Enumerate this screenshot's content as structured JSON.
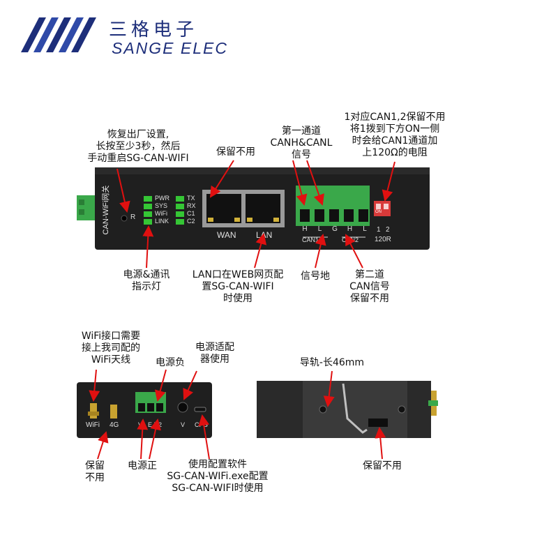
{
  "brand": {
    "name_cn": "三格电子",
    "name_en": "SANGE ELEC",
    "color": "#1d2e7a"
  },
  "front_panel": {
    "side_label": "CAN-WiFi网关",
    "reset_label": "R",
    "leds_left": [
      "PWR",
      "SYS",
      "WiFi",
      "LINK"
    ],
    "leds_right": [
      "TX",
      "RX",
      "C1",
      "C2"
    ],
    "ports": [
      "WAN",
      "LAN"
    ],
    "terminal_pins": [
      "H",
      "L",
      "G",
      "H",
      "L"
    ],
    "terminal_groups": [
      "CAN1",
      "CAN2"
    ],
    "dip_numbers": [
      "1",
      "2"
    ],
    "dip_label": "120R",
    "dip_on": "ON"
  },
  "front_annotations": {
    "reset": [
      "恢复出厂设置,",
      "长按至少3秒，然后",
      "手动重启SG-CAN-WIFI"
    ],
    "wan": [
      "保留不用"
    ],
    "can1": [
      "第一通道",
      "CANH&CANL",
      "信号"
    ],
    "dip": [
      "1对应CAN1,2保留不用",
      "将1拨到下方ON一侧",
      "时会给CAN1通道加",
      "上120Ω的电阻"
    ],
    "leds": [
      "电源&通讯",
      "指示灯"
    ],
    "lan": [
      "LAN口在WEB网页配",
      "置SG-CAN-WIFI",
      "时使用"
    ],
    "ground": [
      "信号地"
    ],
    "can2": [
      "第二道",
      "CAN信号",
      "保留不用"
    ]
  },
  "back_panel": {
    "port_labels": [
      "WiFi",
      "4G",
      "V1",
      "E",
      "V2",
      "V",
      "CFG"
    ]
  },
  "back_annotations": {
    "wifi": [
      "WiFi接口需要",
      "接上我司配的",
      "WiFi天线"
    ],
    "power_neg": [
      "电源负"
    ],
    "adapter": [
      "电源适配",
      "器使用"
    ],
    "g4": [
      "保留",
      "不用"
    ],
    "power_pos": [
      "电源正"
    ],
    "cfg": [
      "使用配置软件",
      "SG-CAN-WIFi.exe配置",
      "SG-CAN-WIFI时使用"
    ]
  },
  "side_annotations": {
    "rail": [
      "导轨-长46mm"
    ],
    "slot": [
      "保留不用"
    ]
  },
  "colors": {
    "arrow": "#e01010",
    "device_body": "#1f1f1f",
    "terminal_green": "#3aa84a",
    "dip_red": "#d83a3a",
    "led_green": "#35c635"
  }
}
